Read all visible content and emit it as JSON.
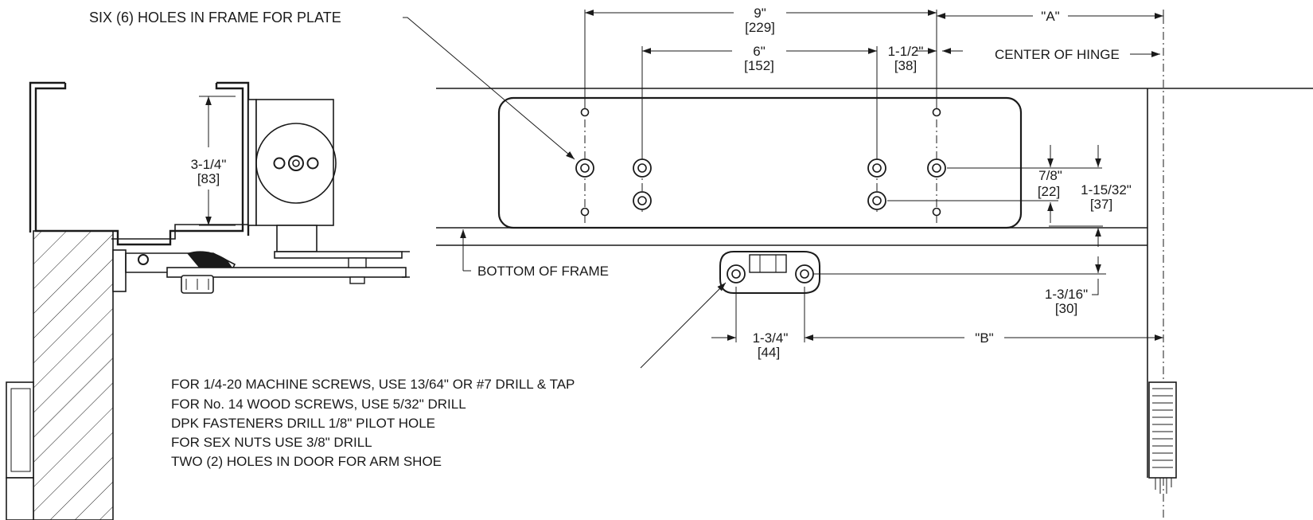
{
  "callouts": {
    "six_holes": "SIX (6) HOLES IN FRAME FOR PLATE",
    "center_of_hinge": "CENTER OF HINGE",
    "bottom_of_frame": "BOTTOM OF FRAME"
  },
  "dimensions": {
    "d9_in": "9\"",
    "d9_mm": "[229]",
    "d6_in": "6\"",
    "d6_mm": "[152]",
    "d1_5_in": "1-1/2\"",
    "d1_5_mm": "[38]",
    "dA": "\"A\"",
    "d3_25_in": "3-1/4\"",
    "d3_25_mm": "[83]",
    "d7_8_in": "7/8\"",
    "d7_8_mm": "[22]",
    "d1_15_32_in": "1-15/32\"",
    "d1_15_32_mm": "[37]",
    "d1_3_16_in": "1-3/16\"",
    "d1_3_16_mm": "[30]",
    "d1_75_in": "1-3/4\"",
    "d1_75_mm": "[44]",
    "dB": "\"B\""
  },
  "notes": [
    "FOR 1/4-20 MACHINE SCREWS, USE 13/64\" OR #7 DRILL & TAP",
    "FOR No. 14 WOOD SCREWS, USE 5/32\" DRILL",
    "DPK FASTENERS DRILL 1/8\" PILOT HOLE",
    "FOR SEX NUTS USE 3/8\" DRILL",
    "TWO (2) HOLES IN DOOR FOR ARM SHOE"
  ]
}
